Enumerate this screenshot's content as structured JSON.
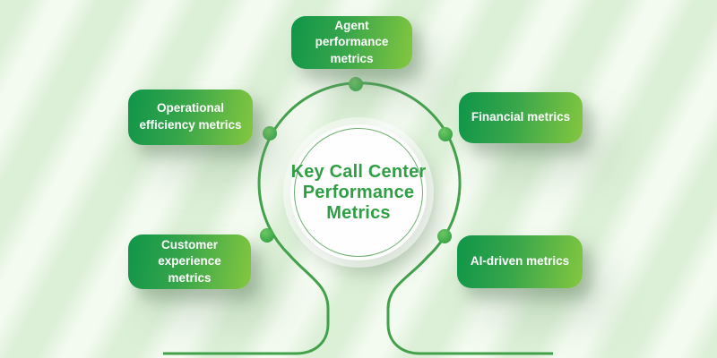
{
  "title": {
    "text": "Key Call Center\nPerformance\nMetrics"
  },
  "nodes": [
    {
      "id": "agent-performance",
      "label": "Agent performance\nmetrics"
    },
    {
      "id": "operational-efficiency",
      "label": "Operational\nefficiency metrics"
    },
    {
      "id": "financial",
      "label": "Financial metrics"
    },
    {
      "id": "customer-experience",
      "label": "Customer\nexperience metrics"
    },
    {
      "id": "ai-driven",
      "label": "AI-driven metrics"
    }
  ],
  "icons": [
    {
      "name": "connector-dot",
      "count": 5
    }
  ],
  "colors": {
    "node_gradient_start": "#0f9549",
    "node_gradient_end": "#84c740",
    "outline_green": "#43a14b",
    "title_green": "#2f9e44",
    "background_base": "#dcefd7",
    "background_stripe": "#f3faf0",
    "dot_green": "#3fa84c",
    "text_on_node": "#ffffff"
  }
}
